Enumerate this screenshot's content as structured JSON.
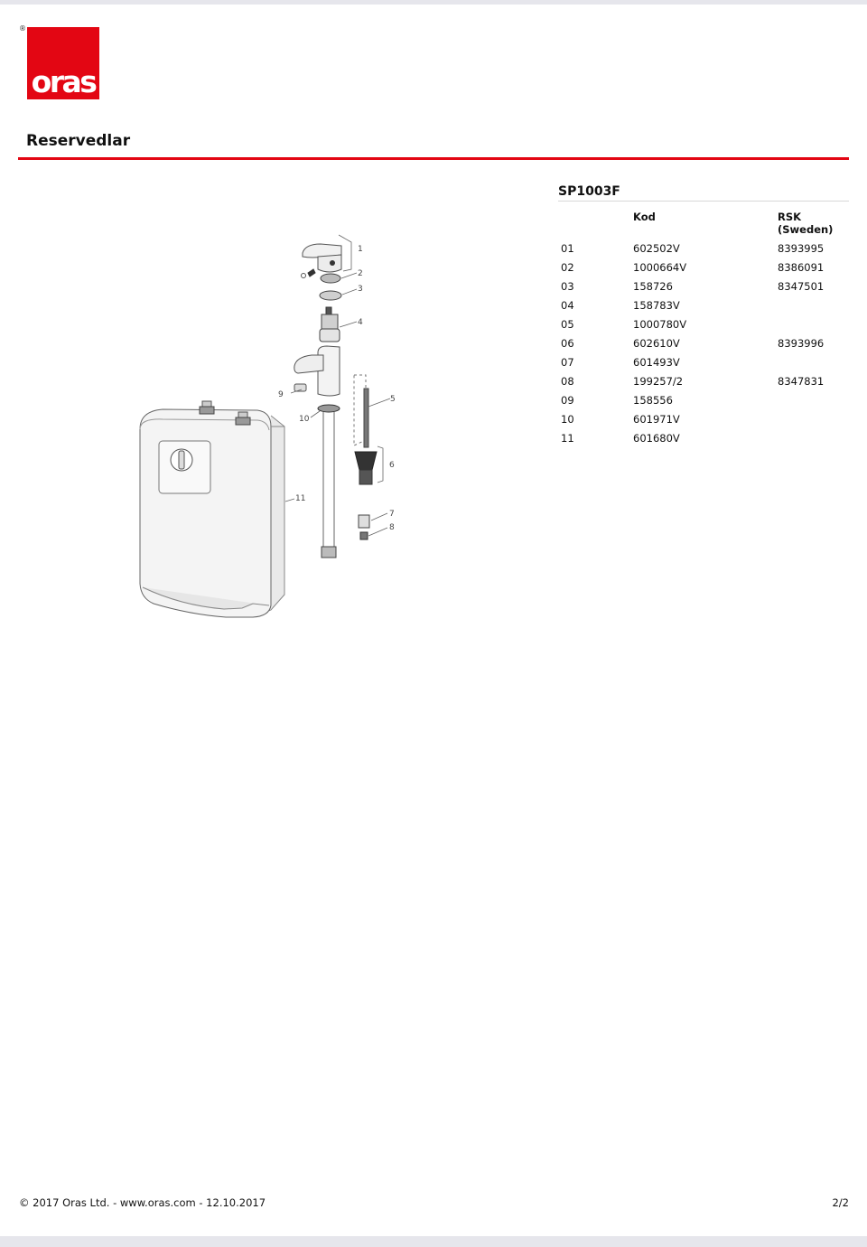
{
  "brand": {
    "logo_text": "oras",
    "registered_mark": "®"
  },
  "header": {
    "title": "Reservedlar"
  },
  "parts": {
    "model": "SP1003F",
    "columns": {
      "code": "Kod",
      "rsk_line1": "RSK",
      "rsk_line2": "(Sweden)"
    },
    "rows": [
      {
        "pos": "01",
        "code": "602502V",
        "rsk": "8393995"
      },
      {
        "pos": "02",
        "code": "1000664V",
        "rsk": "8386091"
      },
      {
        "pos": "03",
        "code": "158726",
        "rsk": "8347501"
      },
      {
        "pos": "04",
        "code": "158783V",
        "rsk": ""
      },
      {
        "pos": "05",
        "code": "1000780V",
        "rsk": ""
      },
      {
        "pos": "06",
        "code": "602610V",
        "rsk": "8393996"
      },
      {
        "pos": "07",
        "code": "601493V",
        "rsk": ""
      },
      {
        "pos": "08",
        "code": "199257/2",
        "rsk": "8347831"
      },
      {
        "pos": "09",
        "code": "158556",
        "rsk": ""
      },
      {
        "pos": "10",
        "code": "601971V",
        "rsk": ""
      },
      {
        "pos": "11",
        "code": "601680V",
        "rsk": ""
      }
    ]
  },
  "diagram": {
    "callouts": [
      "1",
      "2",
      "3",
      "4",
      "5",
      "6",
      "7",
      "8",
      "9",
      "10",
      "11"
    ]
  },
  "footer": {
    "copyright": "© 2017 Oras Ltd. - www.oras.com - 12.10.2017",
    "page": "2/2"
  },
  "colors": {
    "brand_red": "#e30613"
  }
}
